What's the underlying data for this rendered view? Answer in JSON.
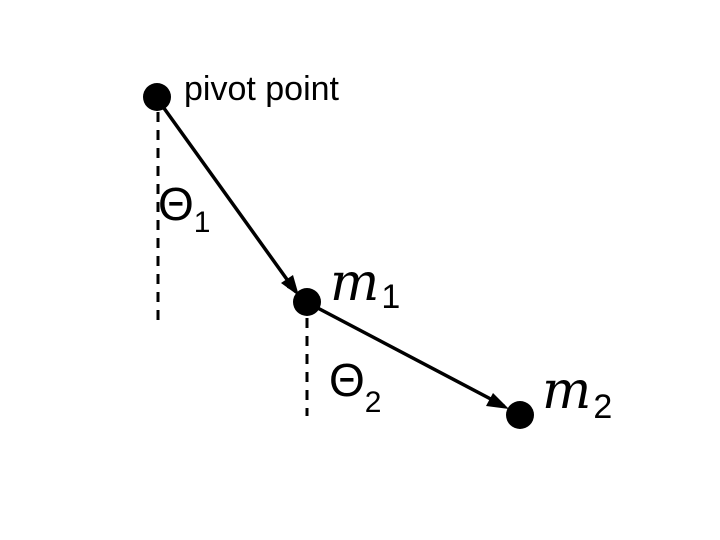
{
  "diagram": {
    "pivot_label": "pivot point",
    "theta_symbol": "Θ",
    "theta1_subscript": "1",
    "theta2_subscript": "2",
    "mass_symbol": "m",
    "mass1_subscript": "1",
    "mass2_subscript": "2"
  },
  "colors": {
    "ink": "#000000",
    "background": "#ffffff"
  }
}
